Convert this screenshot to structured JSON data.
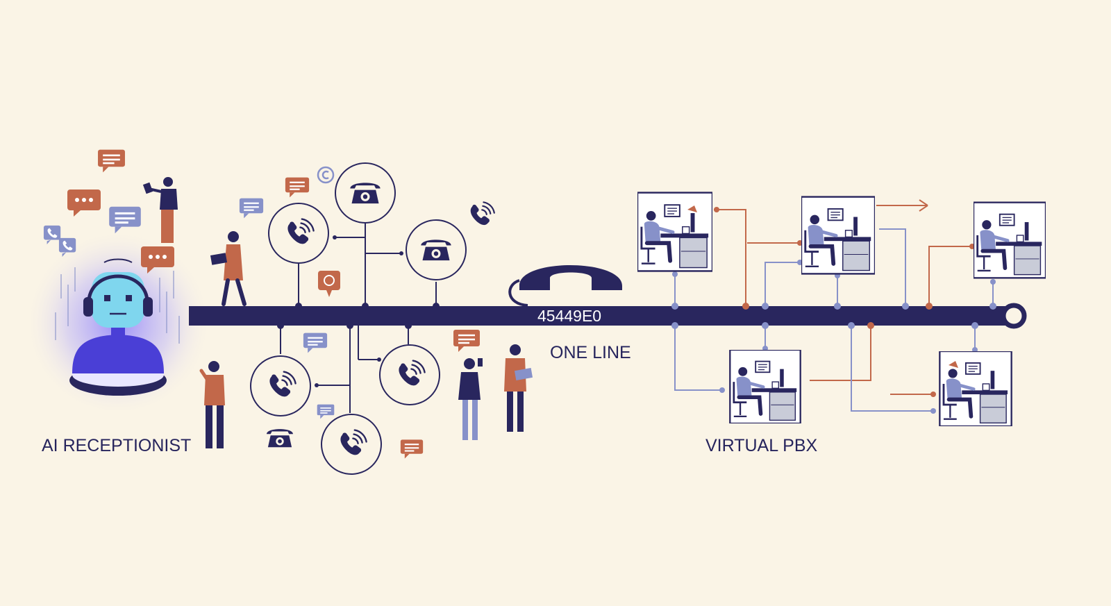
{
  "labels": {
    "ai_receptionist": "AI RECEPTIONIST",
    "one_line": "ONE LINE",
    "phone_number": "45449E0",
    "virtual_pbx": "VIRTUAL PBX"
  },
  "colors": {
    "background": "#faf4e6",
    "navy": "#29265e",
    "rust": "#c2684a",
    "periwinkle": "#8791c9",
    "slate": "#a2aac8",
    "glow": "#6c5cf0",
    "robot_face": "#7fd6ee"
  },
  "icons": {
    "ai": [
      "robot-receptionist-icon",
      "headset-icon",
      "chat-bubble-icon",
      "phone-bubble-icon"
    ],
    "calls": [
      "handset-circle-icon",
      "rotary-phone-icon",
      "copyright-icon",
      "mobile-phone-icon"
    ],
    "line": [
      "telephone-handset-icon"
    ],
    "pbx": [
      "office-workstation-icon",
      "arrow-right-icon"
    ]
  }
}
